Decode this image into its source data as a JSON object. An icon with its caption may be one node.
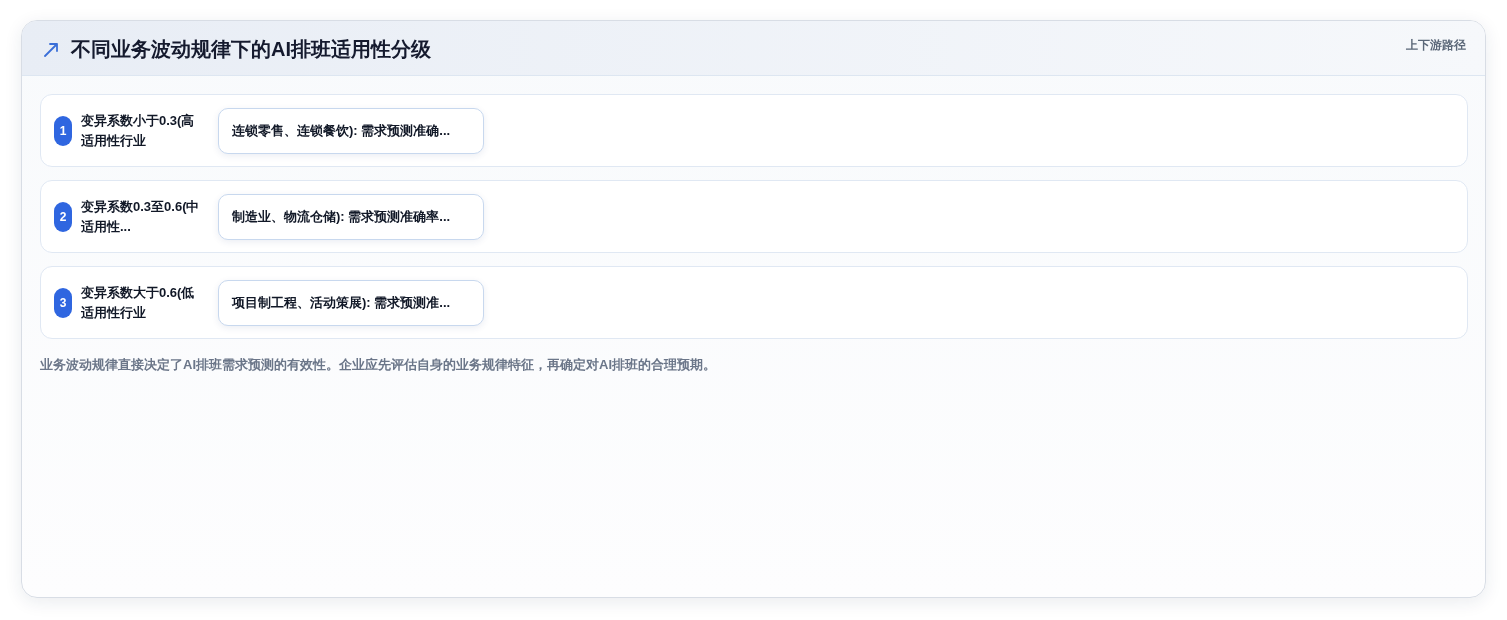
{
  "diagram": {
    "title": "不同业务波动规律下的AI排班适用性分级",
    "caption": "业务波动规律直接决定了AI排班需求预测的有效性。企业应先评估自身的业务规律特征，再确定对AI排班的合理预期。",
    "nodes": [
      {
        "text": [
          "变异系数小于0.3(高适用性行业"
        ]
      },
      {
        "text": [
          "1"
        ],
        "in": 0
      },
      {
        "text": [
          "连锁零售、连锁餐饮): 需求预测准确..."
        ],
        "in": 0
      },
      {
        "text": [
          "变异系数0.3至0.6(中适用性..."
        ]
      },
      {
        "text": [
          "2"
        ],
        "in": 3
      },
      {
        "text": [
          "制造业、物流仓储): 需求预测准确率..."
        ],
        "in": 3
      },
      {
        "text": [
          "变异系数大于0.6(低适用性行业"
        ]
      },
      {
        "text": [
          "3"
        ],
        "in": 6
      },
      {
        "text": [
          "项目制工程、活动策展): 需求预测准..."
        ],
        "in": 6
      }
    ],
    "labels": [
      "上下游路径"
    ]
  }
}
